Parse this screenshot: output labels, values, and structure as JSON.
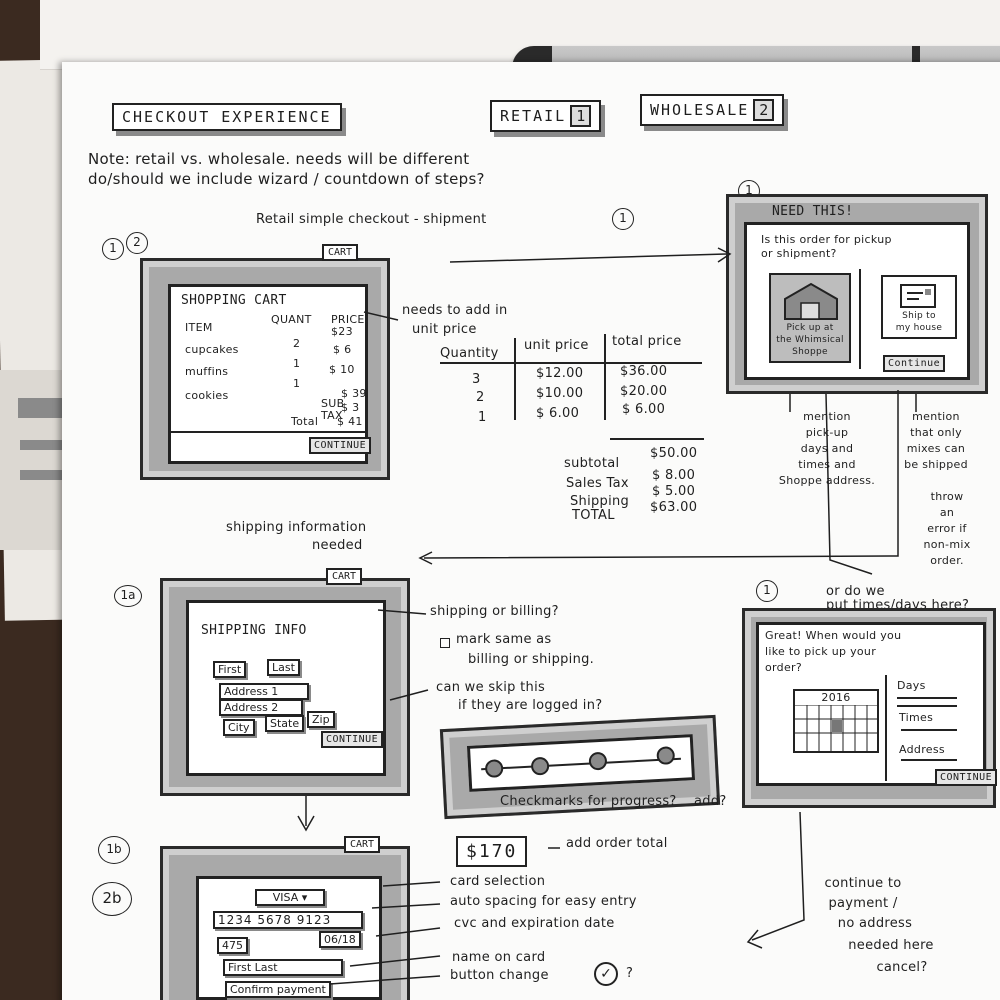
{
  "header": {
    "title": "CHECKOUT EXPERIENCE",
    "tab_retail": "RETAIL",
    "tab_retail_num": "1",
    "tab_wholesale": "WHOLESALE",
    "tab_wholesale_num": "2",
    "note_line1": "Note: retail vs. wholesale. needs will be different",
    "note_line2": "do/should we include wizard / countdown of steps?"
  },
  "retail_section": {
    "title": "Retail simple checkout - shipment",
    "title_num": "1",
    "markers": [
      "1",
      "2"
    ]
  },
  "cart_screen": {
    "cart_button": "CART",
    "heading": "SHOPPING CART",
    "columns": [
      "ITEM",
      "QUANT",
      "PRICE"
    ],
    "rows": [
      {
        "item": "cupcakes",
        "quant": "2",
        "price": "$ 6"
      },
      {
        "item": "muffins",
        "quant": "1",
        "price": "$ 10"
      },
      {
        "item": "cookies",
        "quant": "1",
        "price": ""
      }
    ],
    "top_price": "$23",
    "sub_label": "SUB",
    "sub_value": "$ 39",
    "tax_label": "TAX",
    "tax_value": "$ 3",
    "total_label": "Total",
    "total_value": "$ 41",
    "continue_button": "CONTINUE"
  },
  "unit_price_table": {
    "note_line1": "needs to add in",
    "note_line2": "unit price",
    "columns": [
      "Quantity",
      "unit price",
      "total price"
    ],
    "rows": [
      {
        "quantity": "3",
        "unit": "$12.00",
        "total": "$36.00"
      },
      {
        "quantity": "2",
        "unit": "$10.00",
        "total": "$20.00"
      },
      {
        "quantity": "1",
        "unit": "$ 6.00",
        "total": "$ 6.00"
      }
    ],
    "subtotal_label": "subtotal",
    "subtotal_value": "$50.00",
    "tax_label": "Sales Tax",
    "tax_value": "$ 8.00",
    "shipping_label": "Shipping",
    "shipping_value": "$ 5.00",
    "total_label": "TOTAL",
    "total_value": "$63.00"
  },
  "pickup_screen": {
    "marker": "1",
    "banner": "NEED THIS!",
    "question_line1": "Is this order for pickup",
    "question_line2": "or shipment?",
    "pickup_label_line1": "Pick up at",
    "pickup_label_line2": "the Whimsical",
    "pickup_label_line3": "Shoppe",
    "ship_label_line1": "Ship to",
    "ship_label_line2": "my house",
    "continue_button": "Continue",
    "note_left": [
      "mention",
      "pick-up",
      "days and",
      "times and",
      "Shoppe address."
    ],
    "note_right": [
      "mention",
      "that only",
      "mixes can",
      "be shipped"
    ],
    "note_right2": [
      "throw",
      "an",
      "error if",
      "non-mix",
      "order."
    ]
  },
  "shipping_info": {
    "section_note_line1": "shipping information",
    "section_note_line2": "needed",
    "marker": "1a",
    "cart_button": "CART",
    "heading": "SHIPPING INFO",
    "fields": [
      "First",
      "Last",
      "Address 1",
      "Address 2",
      "City",
      "State",
      "Zip"
    ],
    "continue_button": "CONTINUE",
    "note1": "shipping or billing?",
    "note2_line1": "mark same as",
    "note2_line2": "billing or shipping.",
    "note3_line1": "can we skip this",
    "note3_line2": "if they are logged in?",
    "progress_note": "Checkmarks for progress?",
    "progress_add": "add?"
  },
  "pickup_time": {
    "marker": "1",
    "note_top_line1": "or do we",
    "note_top_line2": "put times/days here?",
    "message_line1": "Great! When would you",
    "message_line2": "like to pick up your",
    "message_line3": "order?",
    "year": "2016",
    "days_label": "Days",
    "times_label": "Times",
    "address_label": "Address",
    "continue_button": "CONTINUE",
    "bottom_note": [
      "continue to",
      "payment /",
      "no address",
      "needed here",
      "cancel?"
    ]
  },
  "payment": {
    "markers": [
      "1b",
      "2b"
    ],
    "order_total": "$170",
    "order_total_note": "add order total",
    "cart_button": "CART",
    "card_type": "VISA",
    "card_number": "1234 5678 9123",
    "cvc": "475",
    "expiry": "06/18",
    "name": "First Last",
    "confirm_button": "Confirm payment",
    "notes": [
      "card selection",
      "auto spacing for easy entry",
      "cvc and expiration date",
      "name on card",
      "button change"
    ],
    "notes_end": "?"
  },
  "colors": {
    "paper": "#fbfbfa",
    "ink": "#1f1f1f",
    "marker_gray": "#a9a9a9",
    "desk": "#3b2a20"
  }
}
